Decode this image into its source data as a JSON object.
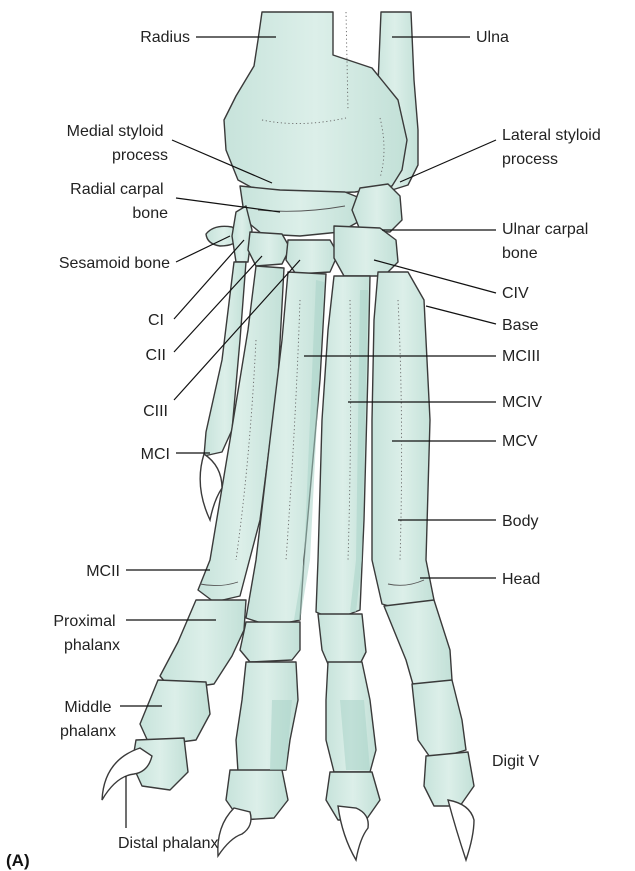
{
  "figure": {
    "panel_label": "(A)",
    "colors": {
      "bone_fill": "#d6ece6",
      "bone_shade": "#a9d3c8",
      "outline": "#3a3a3a",
      "claw_fill": "#ffffff",
      "text": "#222222"
    },
    "labels": {
      "radius": "Radius",
      "ulna": "Ulna",
      "medial_styloid": [
        "Medial styloid",
        "process"
      ],
      "lateral_styloid": [
        "Lateral styloid",
        "process"
      ],
      "radial_carpal": [
        "Radial carpal",
        "bone"
      ],
      "ulnar_carpal": [
        "Ulnar carpal",
        "bone"
      ],
      "sesamoid": "Sesamoid bone",
      "civ": "CIV",
      "base": "Base",
      "ci": "CI",
      "cii": "CII",
      "ciii": "CIII",
      "mciii": "MCIII",
      "mciv": "MCIV",
      "mcv": "MCV",
      "mci": "MCI",
      "body": "Body",
      "mcii": "MCII",
      "head": "Head",
      "proximal_phalanx": [
        "Proximal",
        "phalanx"
      ],
      "middle_phalanx": [
        "Middle",
        "phalanx"
      ],
      "digit_v": "Digit V",
      "distal_phalanx": "Distal phalanx"
    }
  }
}
